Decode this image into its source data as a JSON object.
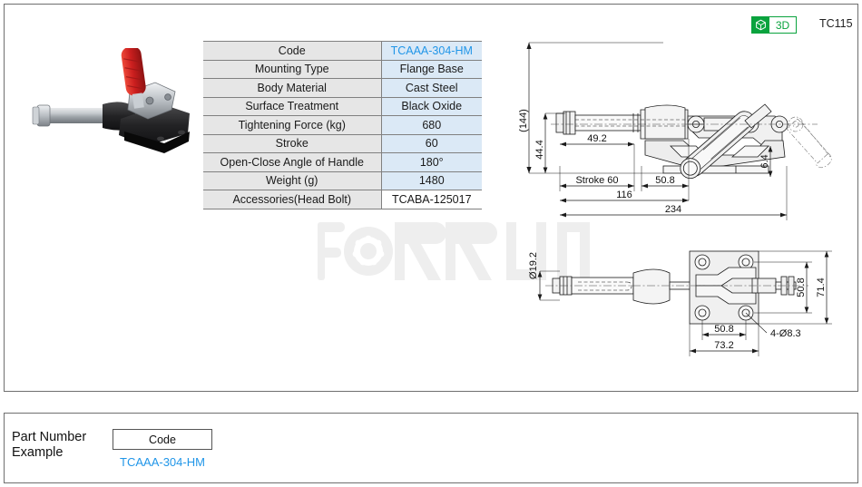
{
  "badge": {
    "icon": "cube-3d-icon",
    "label": "3D",
    "tc_code": "TC115",
    "green": "#0aa33e"
  },
  "watermark": {
    "text": "FORRUN"
  },
  "photo": {
    "alt": "push-pull toggle clamp product photo",
    "handle_color": "#cc1f1f",
    "body_color": "#1c1c1c",
    "rod_color": "#b8bcc0"
  },
  "spec_table": {
    "rows": [
      {
        "label": "Code",
        "value": "TCAAA-304-HM",
        "style": "code"
      },
      {
        "label": "Mounting Type",
        "value": "Flange Base",
        "style": "normal"
      },
      {
        "label": "Body Material",
        "value": "Cast Steel",
        "style": "normal"
      },
      {
        "label": "Surface Treatment",
        "value": "Black Oxide",
        "style": "normal"
      },
      {
        "label": "Tightening Force (kg)",
        "value": "680",
        "style": "normal"
      },
      {
        "label": "Stroke",
        "value": "60",
        "style": "normal"
      },
      {
        "label": "Open-Close  Angle of Handle",
        "value": "180°",
        "style": "normal"
      },
      {
        "label": "Weight (g)",
        "value": "1480",
        "style": "normal"
      },
      {
        "label": "Accessories(Head Bolt)",
        "value": "TCABA-125017",
        "style": "plain"
      }
    ],
    "label_bg": "#e6e6e6",
    "value_bg": "#dbe9f6",
    "code_color": "#2196e8"
  },
  "drawing_top": {
    "name": "side-elevation-view",
    "dimensions": {
      "overall_height": "(144)",
      "rod_height": "44.4",
      "rod_length": "49.2",
      "stroke": "Stroke 60",
      "base_length": "50.8",
      "base_thickness": "6.4",
      "mid_length": "116",
      "overall_length": "234"
    }
  },
  "drawing_bottom": {
    "name": "plan-top-view",
    "dimensions": {
      "rod_diameter": "Ø19.2",
      "hole_spacing_v": "50.8",
      "base_width": "71.4",
      "holes": "4-Ø8.3",
      "hole_spacing_h": "50.8",
      "base_length": "73.2"
    }
  },
  "part_number": {
    "label_line1": "Part Number",
    "label_line2": "Example",
    "box_label": "Code",
    "value": "TCAAA-304-HM"
  }
}
